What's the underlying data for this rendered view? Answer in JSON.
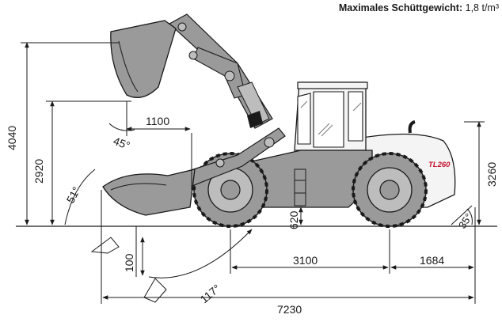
{
  "header": {
    "label": "Maximales Schüttgewicht:",
    "value": "1,8 t/m³"
  },
  "model_badge": "TL260",
  "dimensions": {
    "max_height": "4040",
    "dump_height": "2920",
    "reach": "1100",
    "dump_angle": "45°",
    "rollback_angle": "51°",
    "cab_height": "3260",
    "ground_clearance": "620",
    "wheelbase": "3100",
    "rear_overhang": "1684",
    "departure_angle": "35°",
    "dig_depth": "100",
    "turn_angle": "117°",
    "overall_length": "7230"
  },
  "colors": {
    "machine_gray": "#9a9a9a",
    "cab_white": "#f4f4f4",
    "badge_red": "#c8102e",
    "line": "#1a1a1a"
  }
}
